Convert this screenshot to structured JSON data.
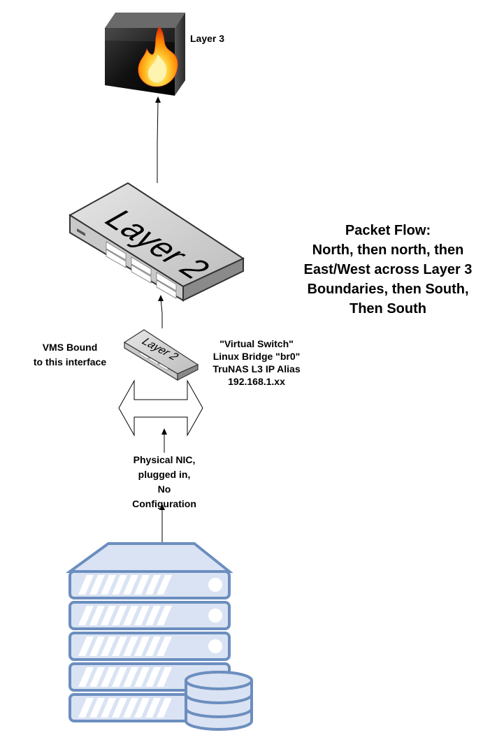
{
  "firewall": {
    "label": "Layer 3",
    "icon": "firewall-icon"
  },
  "main_switch": {
    "text": "Layer 2",
    "icon": "network-switch-icon"
  },
  "virtual_switch": {
    "text": "Layer 2",
    "icon": "network-switch-icon",
    "lines": [
      "\"Virtual Switch\"",
      "Linux Bridge \"br0\"",
      "TruNAS L3 IP Alias",
      "192.168.1.xx"
    ]
  },
  "vms_bound": {
    "lines": [
      "VMS Bound",
      "to this interface"
    ]
  },
  "packet_flow": {
    "lines": [
      "Packet Flow:",
      "North, then north, then",
      "East/West across Layer 3",
      "Boundaries, then South,",
      "Then South"
    ]
  },
  "physical_nic": {
    "icon": "bidirectional-arrow-icon",
    "lines": [
      "Physical NIC,",
      "plugged in,",
      "No",
      "Configuration"
    ]
  },
  "server": {
    "icon": "server-rack-icon",
    "storage_icon": "database-icon"
  },
  "colors": {
    "server_fill": "#dae3f3",
    "server_stroke": "#6c8ebf",
    "switch_fill": "#c0c0c0",
    "switch_top": "#d8d8d8",
    "switch_side": "#808080",
    "firewall_front": "#1a1a1a",
    "flame": "#f57c00"
  }
}
